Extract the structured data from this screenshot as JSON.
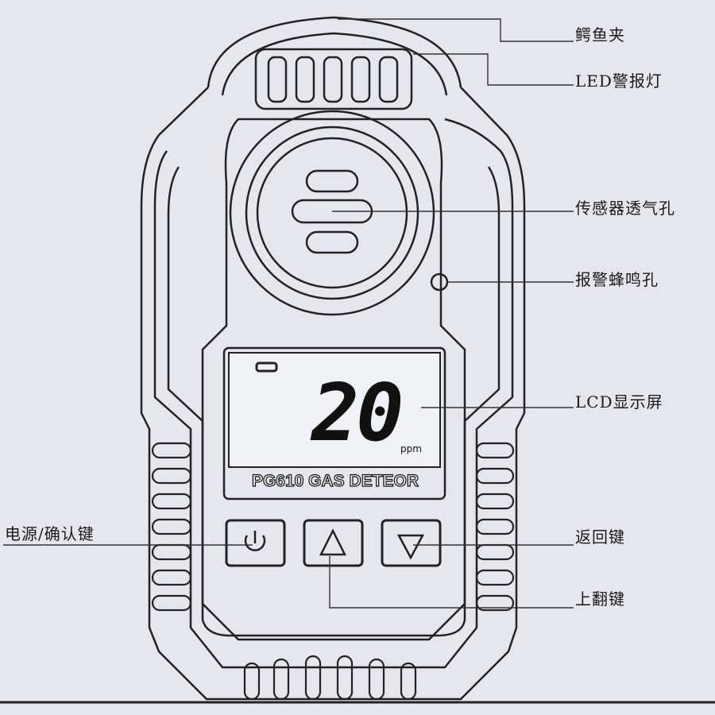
{
  "labels": {
    "clip": "鳄鱼夹",
    "led": "LED警报灯",
    "sensor": "传感器透气孔",
    "buzzer": "报警蜂鸣孔",
    "lcd": "LCD显示屏",
    "power": "电源/确认键",
    "back": "返回键",
    "up": "上翻键"
  },
  "device": {
    "reading": "20",
    "unit": "ppm",
    "model_text": "PG610 GAS DETEOR"
  },
  "icons": [
    "power-icon",
    "triangle-up-icon",
    "triangle-down-icon",
    "battery-icon"
  ],
  "colors": {
    "background": "#e4e8ee",
    "line": "#222222",
    "lcd": "#eef1f5"
  }
}
